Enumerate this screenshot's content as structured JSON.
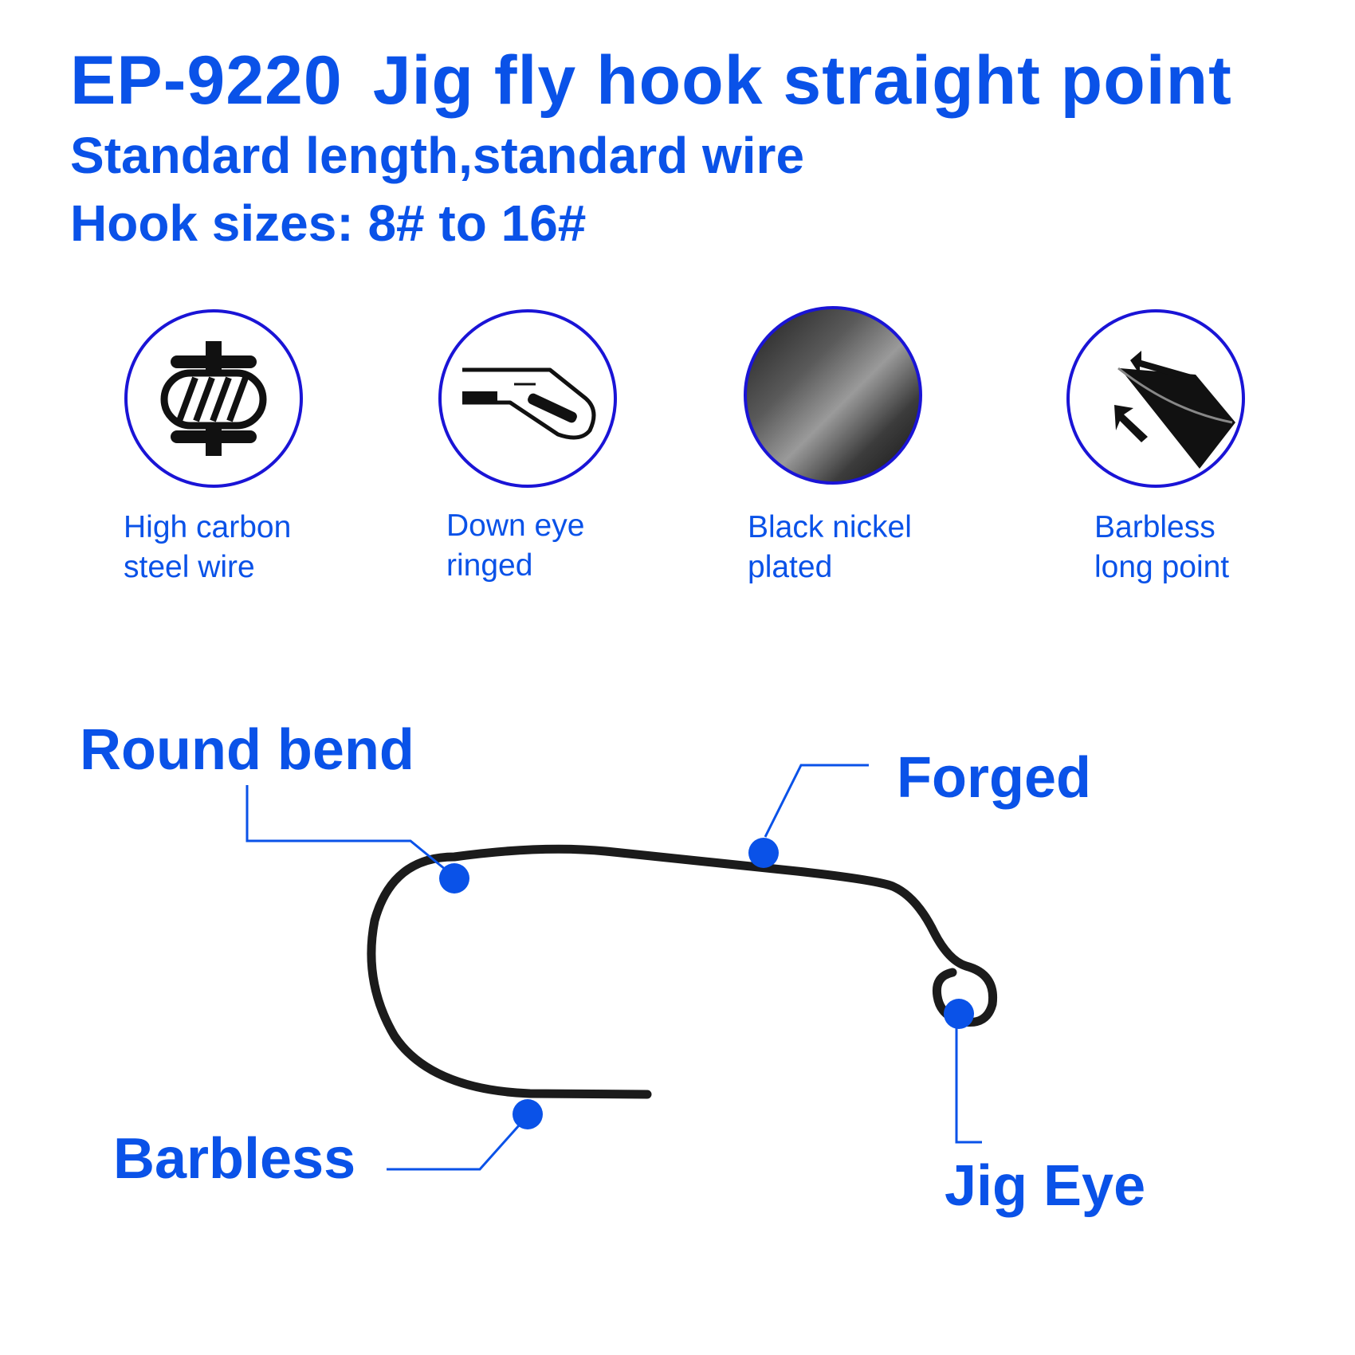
{
  "header": {
    "code": "EP-9220",
    "title": "Jig fly hook straight point",
    "subtitle": "Standard length,standard wire",
    "sizes": "Hook sizes: 8# to 16#"
  },
  "features": [
    {
      "icon": "wire-coil-icon",
      "line1": "High carbon",
      "line2": "steel wire"
    },
    {
      "icon": "down-eye-icon",
      "line1": "Down eye",
      "line2": "ringed"
    },
    {
      "icon": "black-nickel-swatch-icon",
      "line1": "Black nickel",
      "line2": "plated"
    },
    {
      "icon": "hook-point-icon",
      "line1": "Barbless",
      "line2": "long point"
    }
  ],
  "callouts": {
    "round_bend": "Round bend",
    "forged": "Forged",
    "barbless": "Barbless",
    "jig_eye": "Jig Eye"
  },
  "colors": {
    "accent": "#0a52e8",
    "circle_border": "#1a14d6",
    "hook": "#1b1b1b"
  }
}
